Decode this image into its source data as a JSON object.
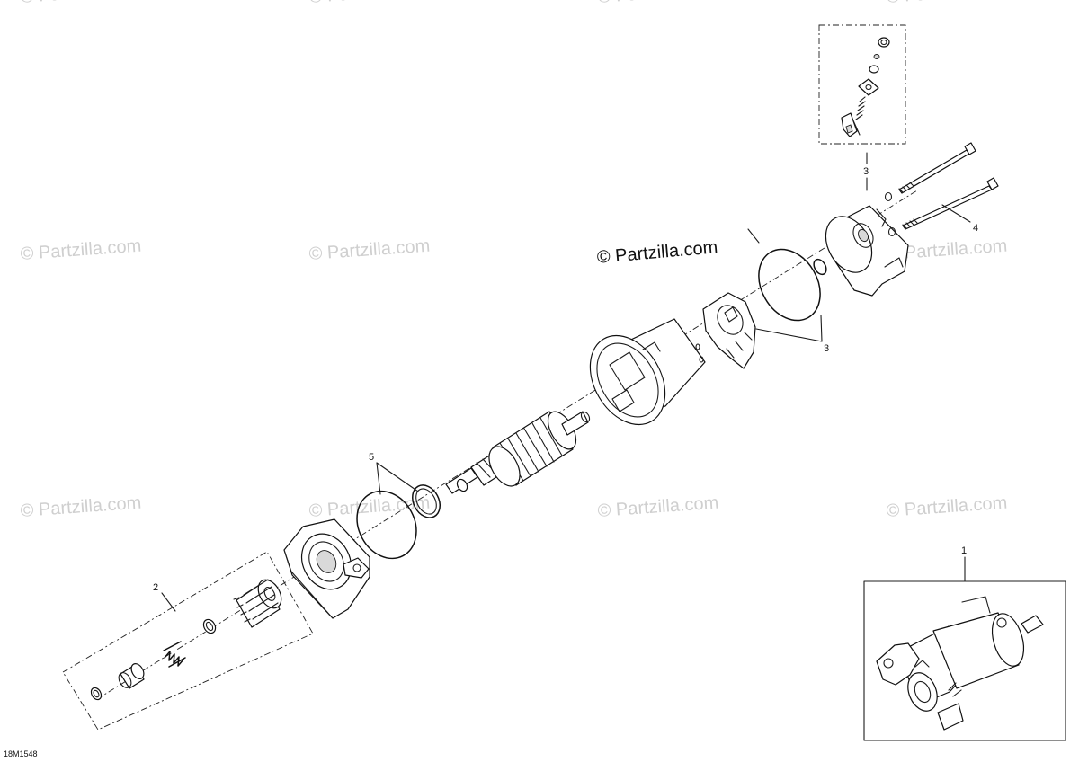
{
  "watermark": {
    "text": "© Partzilla.com",
    "main": "© Partzilla.com"
  },
  "diagram_code": "18M1548",
  "callouts": {
    "starter_assembly": "1",
    "drive_kit": "2",
    "solenoid_kit": "3",
    "brush_kit": "3",
    "bolt": "4",
    "seal_kit": "5"
  },
  "icons": {
    "starter": "starter-motor-icon",
    "gear": "drive-gear-icon",
    "armature": "armature-icon"
  }
}
